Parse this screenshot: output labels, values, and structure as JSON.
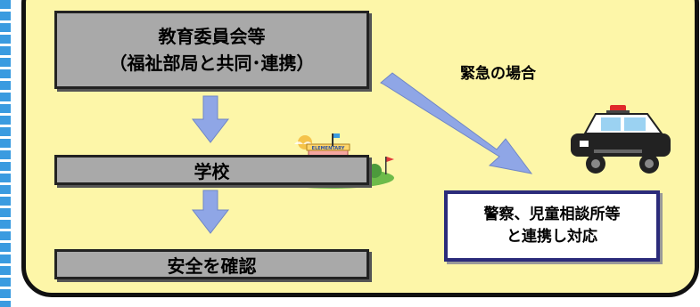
{
  "flow": {
    "agency": {
      "line1": "教育委員会等",
      "line2": "（福祉部局と共同･連携）"
    },
    "school": {
      "label": "学校"
    },
    "safety": {
      "label": "安全を確認"
    },
    "emergency": {
      "label": "緊急の場合"
    },
    "police_box": {
      "line1": "警察、児童相談所等",
      "line2": "と連携し対応"
    }
  },
  "school_illustration": {
    "sign_text": "ELEMENTARY"
  },
  "colors": {
    "panel_fill": "#fdf6a8",
    "box_fill": "#a9a9a9",
    "arrow_fill": "#8fa6e6",
    "border_dashes": "#3a9be0",
    "police_box_border": "#2b2b7a"
  }
}
